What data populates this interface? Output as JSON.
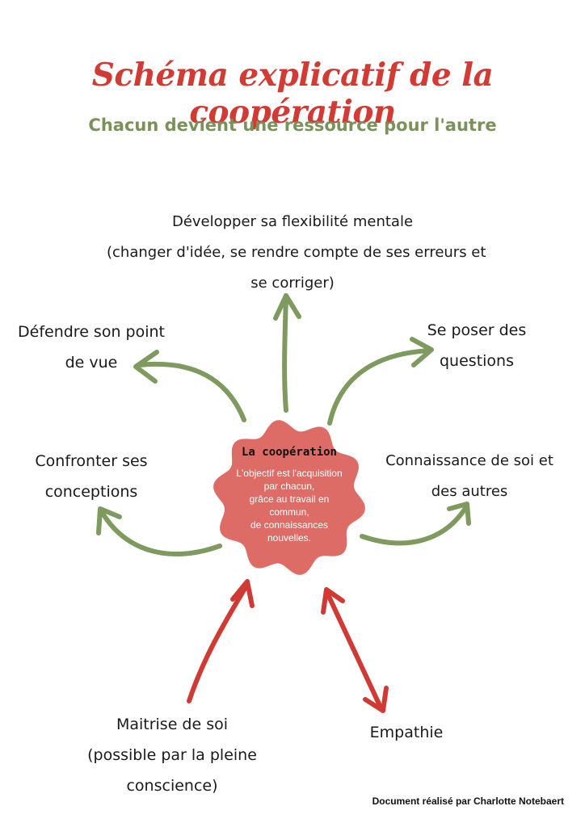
{
  "title": "Schéma explicatif de la coopération",
  "subtitle": "Chacun devient une ressource pour l'autre",
  "center": {
    "title": "La coopération",
    "lines": [
      "L'objectif est l'acquisition",
      "par chacun,",
      "grâce au travail en",
      "commun,",
      "de connaissances",
      "nouvelles."
    ]
  },
  "nodes": {
    "top": [
      "Développer sa flexibilité mentale",
      "(changer d'idée, se rendre compte de ses erreurs et",
      "se corriger)"
    ],
    "top_left": [
      "Défendre son point",
      "de vue"
    ],
    "top_right": [
      "Se poser des",
      "questions"
    ],
    "mid_left": [
      "Confronter ses",
      "conceptions"
    ],
    "mid_right": [
      "Connaissance de soi et",
      "des autres"
    ],
    "bottom_left": [
      "Maitrise de soi",
      "(possible par la pleine",
      "conscience)"
    ],
    "bottom_right": [
      "Empathie"
    ]
  },
  "credit": "Document réalisé par Charlotte Notebaert",
  "colors": {
    "title": "#d13b34",
    "subtitle": "#7a9259",
    "green_arrow": "#7e9a5f",
    "red_arrow": "#cf3b34",
    "blob": "#dd6b66"
  }
}
